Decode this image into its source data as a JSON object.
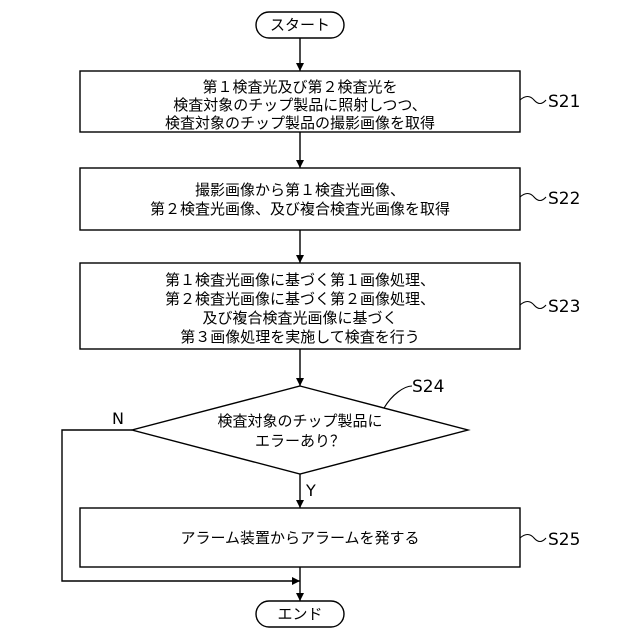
{
  "flowchart": {
    "start": "スタート",
    "end": "エンド",
    "steps": [
      {
        "id": "S21",
        "label": "S21",
        "lines": [
          "第１検査光及び第２検査光を",
          "検査対象のチップ製品に照射しつつ、",
          "検査対象のチップ製品の撮影画像を取得"
        ]
      },
      {
        "id": "S22",
        "label": "S22",
        "lines": [
          "撮影画像から第１検査光画像、",
          "第２検査光画像、及び複合検査光画像を取得"
        ]
      },
      {
        "id": "S23",
        "label": "S23",
        "lines": [
          "第１検査光画像に基づく第１画像処理、",
          "第２検査光画像に基づく第２画像処理、",
          "及び複合検査光画像に基づく",
          "第３画像処理を実施して検査を行う"
        ]
      }
    ],
    "decision": {
      "id": "S24",
      "label": "S24",
      "lines": [
        "検査対象のチップ製品に",
        "エラーあり？"
      ],
      "yes": "Y",
      "no": "N"
    },
    "alarm": {
      "id": "S25",
      "label": "S25",
      "lines": [
        "アラーム装置からアラームを発する"
      ]
    }
  }
}
